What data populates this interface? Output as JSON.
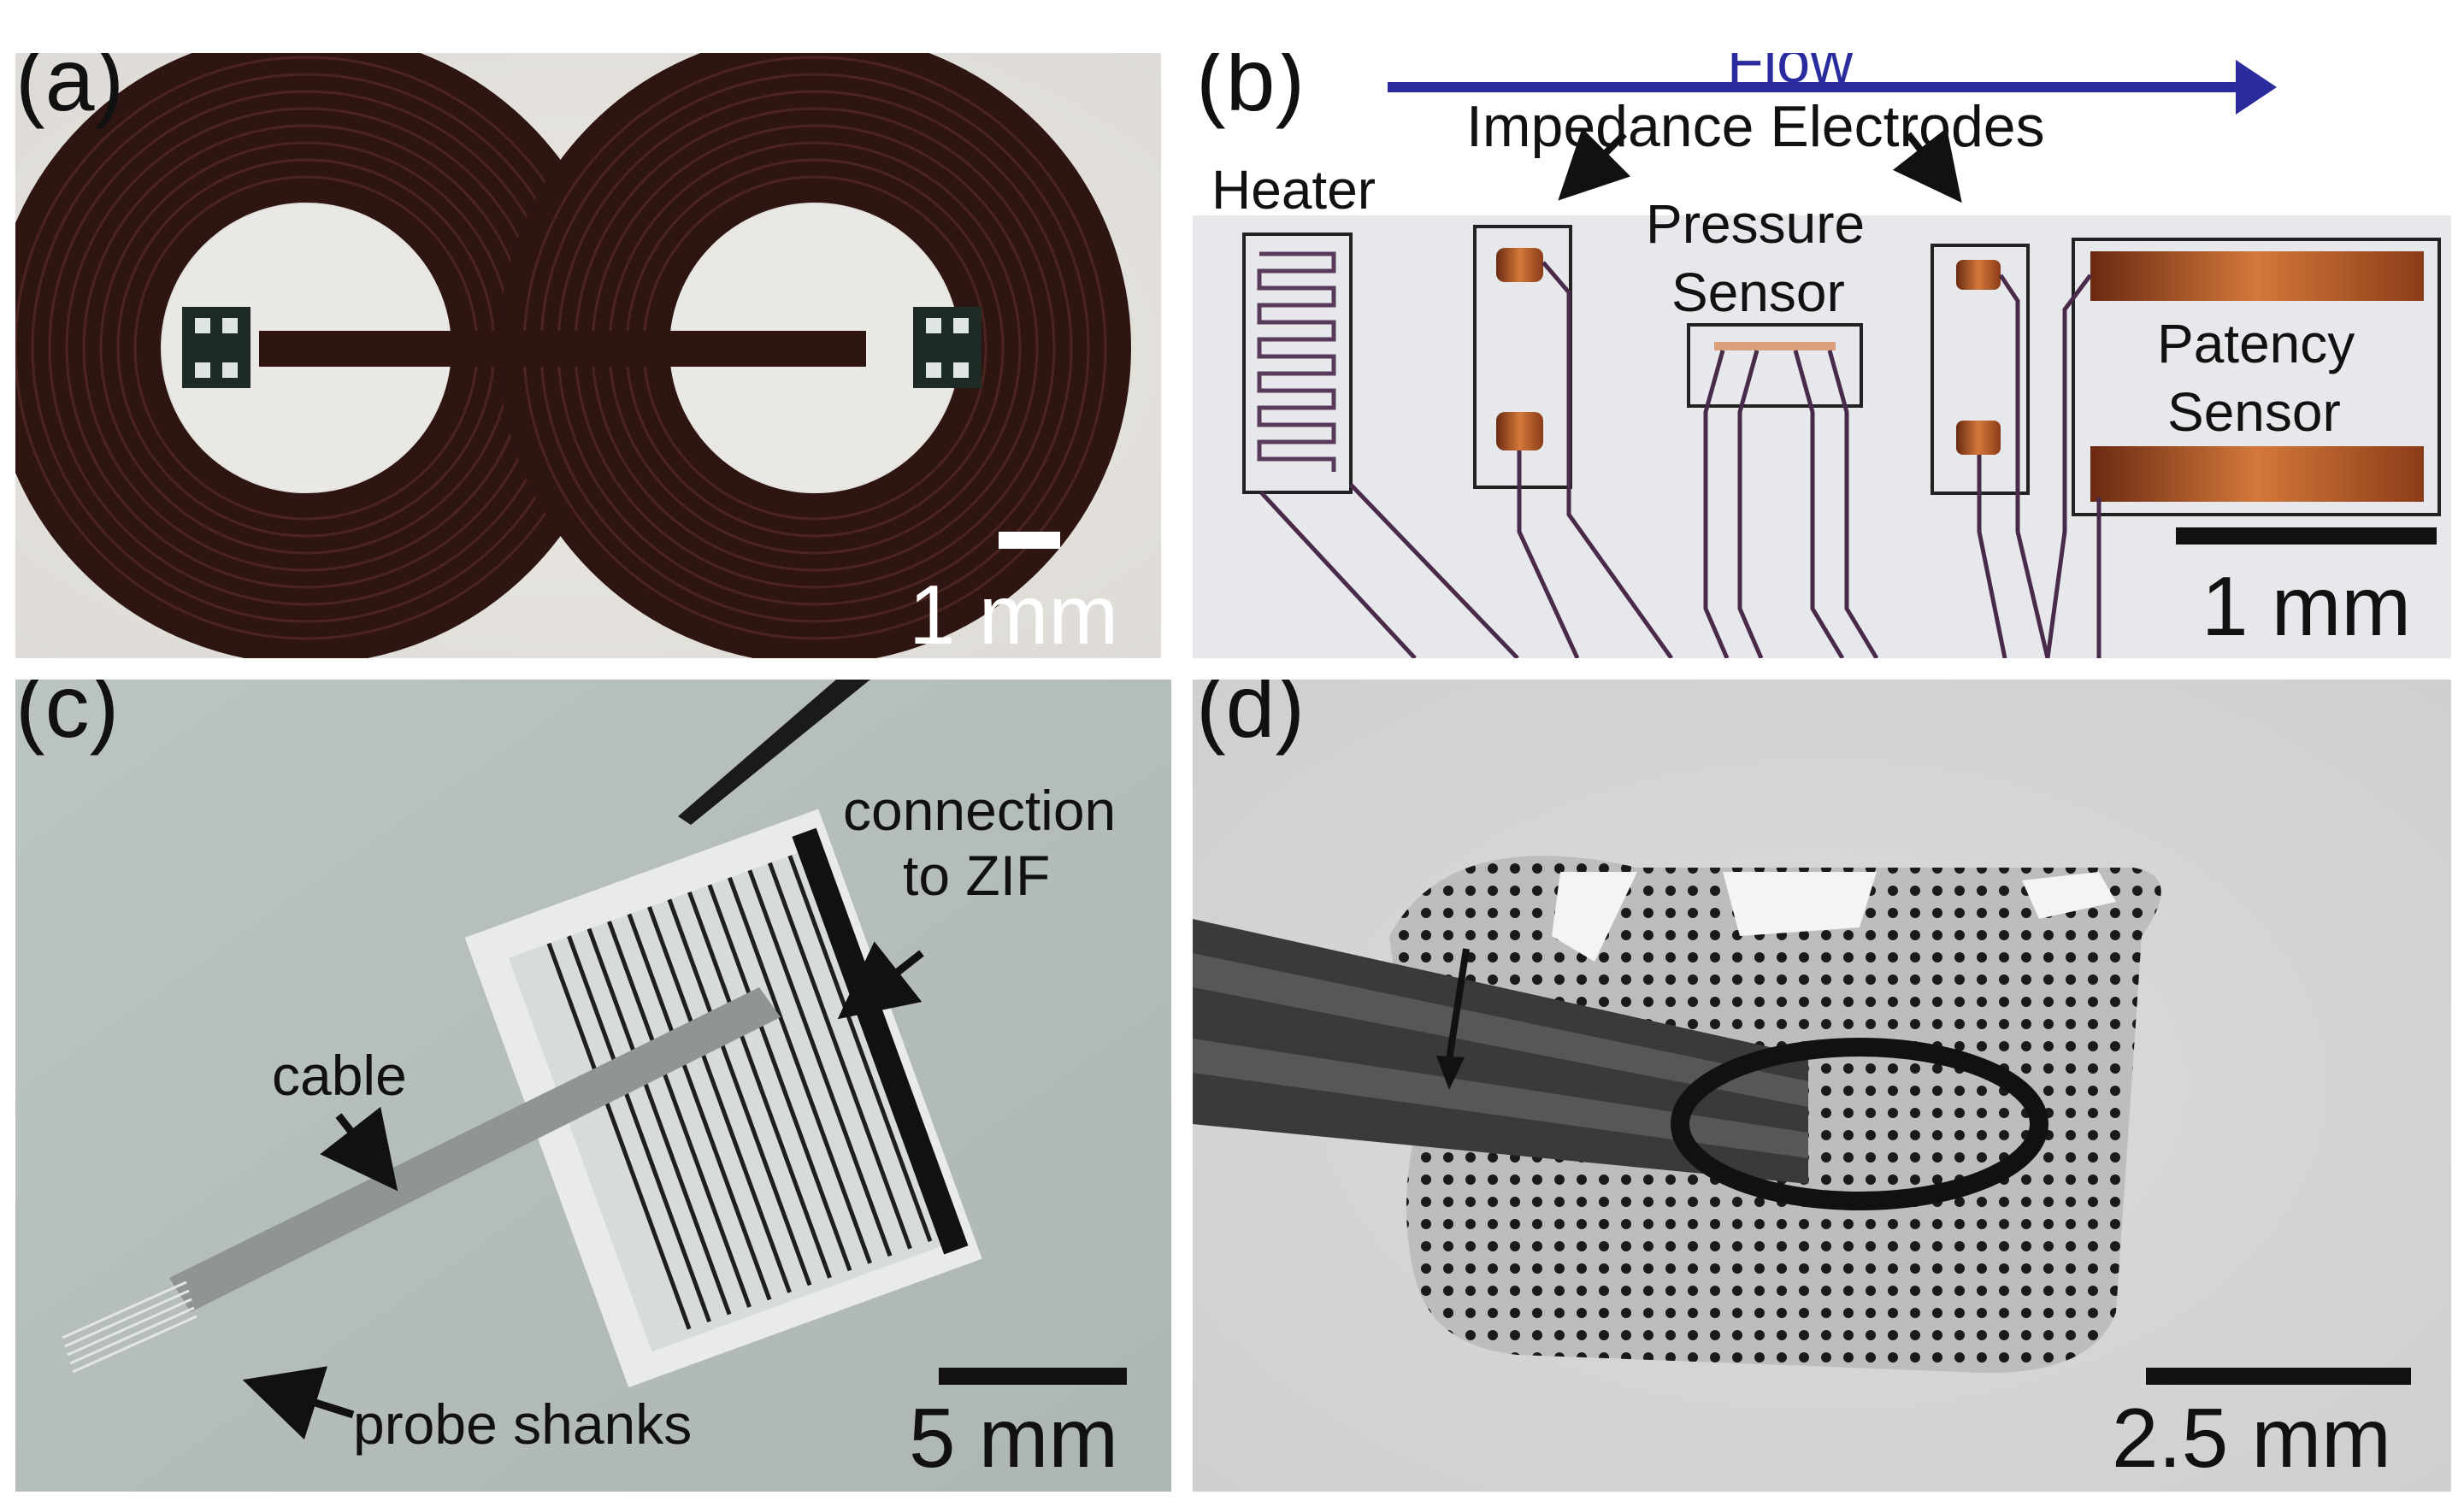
{
  "panels": {
    "a": {
      "label": "(a)",
      "scale_label": "1 mm"
    },
    "b": {
      "label": "(b)",
      "flow_label": "Flow",
      "impedance_label": "Impedance Electrodes",
      "heater_label": "Heater",
      "pressure_label_line1": "Pressure",
      "pressure_label_line2": "Sensor",
      "patency_label_line1": "Patency",
      "patency_label_line2": "Sensor",
      "scale_label": "1 mm",
      "flow_color": "#2b2ba0"
    },
    "c": {
      "label": "(c)",
      "connection_line1": "connection",
      "connection_line2": "to ZIF",
      "cable_label": "cable",
      "probe_label": "probe shanks",
      "scale_label": "5 mm"
    },
    "d": {
      "label": "(d)",
      "scale_label": "2.5 mm"
    }
  },
  "colors": {
    "coil": "#3a1a16",
    "copper": "#c0622c",
    "trace": "#4a2a4a"
  }
}
